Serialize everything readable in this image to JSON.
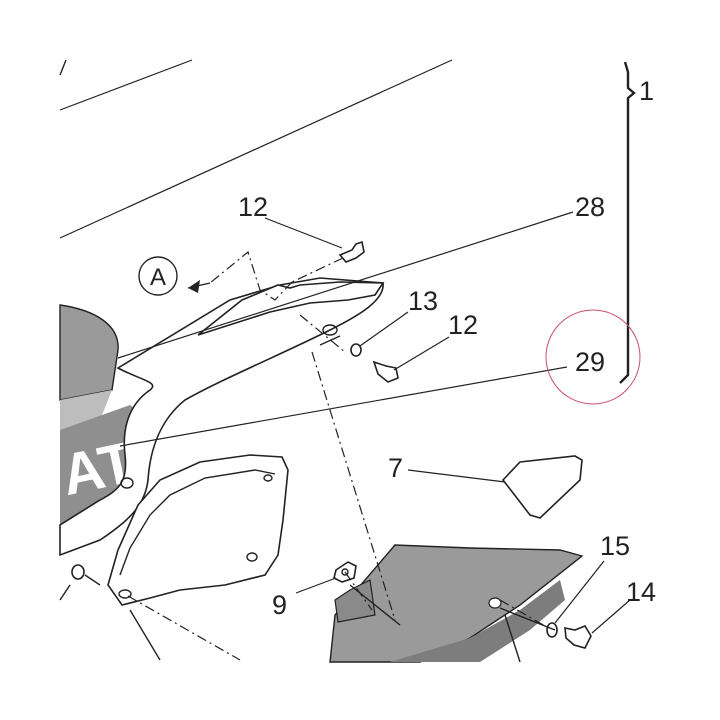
{
  "callouts": {
    "c1": "1",
    "c28": "28",
    "c12a": "12",
    "c13": "13",
    "c12b": "12",
    "c29": "29",
    "c7": "7",
    "c9": "9",
    "c15": "15",
    "c14": "14"
  },
  "view_marker": "A",
  "logo_fragment": "ATI",
  "colors": {
    "ink": "#222222",
    "fairing_gray": "#9a9a9a",
    "fairing_dark": "#7d7d7d",
    "highlight_circle": "#c8506a"
  }
}
